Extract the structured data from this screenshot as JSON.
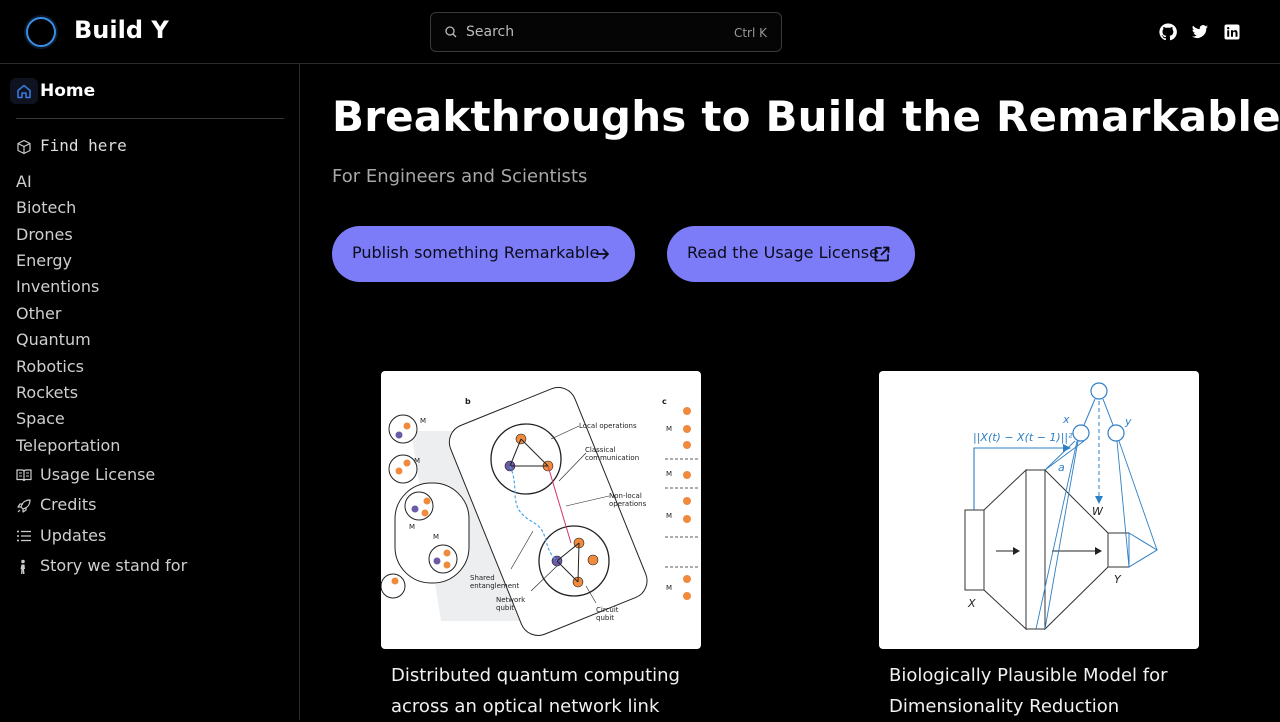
{
  "header": {
    "brand": "Build Y",
    "search_placeholder": "Search",
    "search_shortcut": "Ctrl K",
    "social": [
      "github-icon",
      "twitter-icon",
      "linkedin-icon"
    ]
  },
  "sidebar": {
    "home_label": "Home",
    "find_label": "Find here",
    "categories": [
      "AI",
      "Biotech",
      "Drones",
      "Energy",
      "Inventions",
      "Other",
      "Quantum",
      "Robotics",
      "Rockets",
      "Space",
      "Teleportation"
    ],
    "links": [
      {
        "label": "Usage License",
        "icon": "book-icon"
      },
      {
        "label": "Credits",
        "icon": "rocket-icon"
      },
      {
        "label": "Updates",
        "icon": "list-icon"
      },
      {
        "label": "Story we stand for",
        "icon": "person-icon"
      }
    ]
  },
  "main": {
    "title": "Breakthroughs to Build the Remarkable",
    "subtitle": "For Engineers and Scientists",
    "publish_button": "Publish something Remarkable",
    "license_button": "Read the Usage License",
    "cards": [
      {
        "title": "Distributed quantum computing across an optical network link"
      },
      {
        "title": "Biologically Plausible Model for Dimensionality Reduction"
      }
    ],
    "figure1_labels": {
      "panel_b": "b",
      "panel_c": "c",
      "local_ops": "Local operations",
      "classical_1": "Classical",
      "classical_2": "communication",
      "nonlocal_1": "Non-local",
      "nonlocal_2": "operations",
      "shared_1": "Shared",
      "shared_2": "entanglement",
      "network_1": "Network",
      "network_2": "qubit",
      "circuit_1": "Circuit",
      "circuit_2": "qubit"
    },
    "figure2_labels": {
      "norm": "||X(t) − X(t − 1)||²",
      "x_label": "X",
      "y_label": "Y",
      "w_label": "W",
      "a_label": "a"
    }
  },
  "colors": {
    "accent": "#7c7cf8",
    "logo_ring": "#3b8ee8",
    "diagram_blue": "#2f7fc4",
    "qubit_orange": "#f08a3c",
    "qubit_purple": "#6b5aa6"
  }
}
